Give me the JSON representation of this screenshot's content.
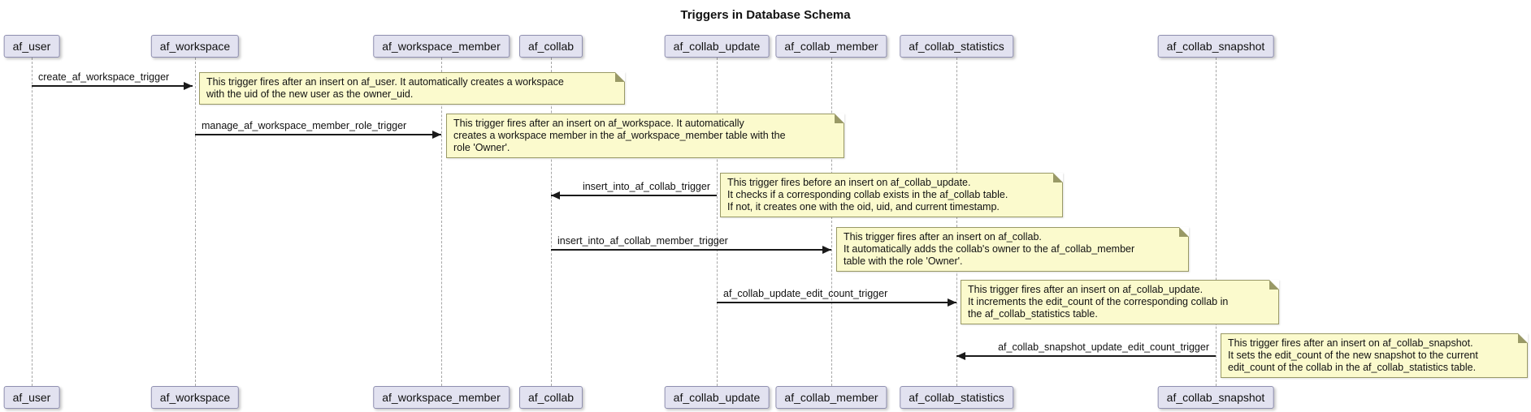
{
  "title": "Triggers in Database Schema",
  "colors": {
    "page-bg": "#ffffff",
    "participant-fill": "#E2E2F0",
    "participant-border": "#8F8FB0",
    "note-fill": "#FBFACD",
    "note-border": "#999966",
    "note-fold": "#E9E7AC",
    "lifeline-color": "#A6A6A6",
    "arrow-color": "#1A1A1A"
  },
  "participants": [
    {
      "label": "af_user"
    },
    {
      "label": "af_workspace"
    },
    {
      "label": "af_workspace_member"
    },
    {
      "label": "af_collab"
    },
    {
      "label": "af_collab_update"
    },
    {
      "label": "af_collab_member"
    },
    {
      "label": "af_collab_statistics"
    },
    {
      "label": "af_collab_snapshot"
    }
  ],
  "messages": [
    {
      "label": "create_af_workspace_trigger",
      "from": "af_user",
      "to": "af_workspace",
      "direction": "right"
    },
    {
      "label": "manage_af_workspace_member_role_trigger",
      "from": "af_workspace",
      "to": "af_workspace_member",
      "direction": "right"
    },
    {
      "label": "insert_into_af_collab_trigger",
      "from": "af_collab_update",
      "to": "af_collab",
      "direction": "left"
    },
    {
      "label": "insert_into_af_collab_member_trigger",
      "from": "af_collab",
      "to": "af_collab_member",
      "direction": "right"
    },
    {
      "label": "af_collab_update_edit_count_trigger",
      "from": "af_collab_update",
      "to": "af_collab_statistics",
      "direction": "right"
    },
    {
      "label": "af_collab_snapshot_update_edit_count_trigger",
      "from": "af_collab_snapshot",
      "to": "af_collab_statistics",
      "direction": "left"
    }
  ],
  "notes": [
    {
      "lines": [
        "This trigger fires after an insert on af_user. It automatically creates a workspace",
        "with the uid of the new user as the owner_uid."
      ]
    },
    {
      "lines": [
        "This trigger fires after an insert on af_workspace. It automatically",
        "creates a workspace member in the af_workspace_member table with the",
        "role 'Owner'."
      ]
    },
    {
      "lines": [
        "This trigger fires before an insert on af_collab_update.",
        "It checks if a corresponding collab exists in the af_collab table.",
        "If not, it creates one with the oid, uid, and current timestamp."
      ]
    },
    {
      "lines": [
        "This trigger fires after an insert on af_collab.",
        "It automatically adds the collab's owner to the af_collab_member",
        "table with the role 'Owner'."
      ]
    },
    {
      "lines": [
        "This trigger fires after an insert on af_collab_update.",
        "It increments the edit_count of the corresponding collab in",
        "the af_collab_statistics table."
      ]
    },
    {
      "lines": [
        "This trigger fires after an insert on af_collab_snapshot.",
        "It sets the edit_count of the new snapshot to the current",
        "edit_count of the collab in the af_collab_statistics table."
      ]
    }
  ]
}
